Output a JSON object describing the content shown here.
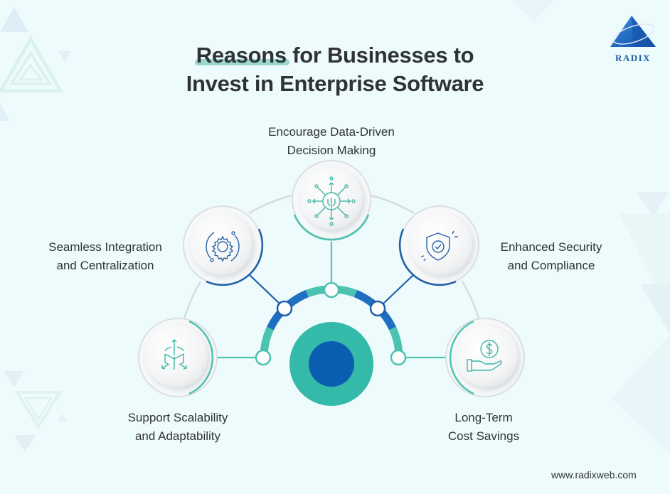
{
  "title": {
    "highlight": "Reasons",
    "line1_rest": " for Businesses to",
    "line2": "Invest in Enterprise Software"
  },
  "logo": {
    "text": "RADIX",
    "icon": "pyramid-logo-icon"
  },
  "center": {
    "icon": "target-hub-icon",
    "outer_color": "#35b9a8",
    "inner_color": "#0b5db1"
  },
  "items": [
    {
      "id": "data-driven",
      "line1": "Encourage Data-Driven",
      "line2": "Decision Making",
      "icon": "network-nodes-icon",
      "accent": "#4cbfae"
    },
    {
      "id": "integration",
      "line1": "Seamless Integration",
      "line2": "and Centralization",
      "icon": "gear-cycle-icon",
      "accent": "#1f5fa8"
    },
    {
      "id": "security",
      "line1": "Enhanced Security",
      "line2": "and Compliance",
      "icon": "shield-check-icon",
      "accent": "#1f5fa8"
    },
    {
      "id": "scalability",
      "line1": "Support Scalability",
      "line2": "and Adaptability",
      "icon": "cube-arrows-icon",
      "accent": "#4cbfae"
    },
    {
      "id": "cost",
      "line1": "Long-Term",
      "line2": "Cost Savings",
      "icon": "hand-dollar-icon",
      "accent": "#4cbfae"
    }
  ],
  "colors": {
    "teal": "#4cc3b1",
    "blue": "#1f6fc0",
    "dark_blue": "#1a5b9e",
    "background": "#eefbfd",
    "text": "#2f3237"
  },
  "footer": {
    "url": "www.radixweb.com"
  }
}
